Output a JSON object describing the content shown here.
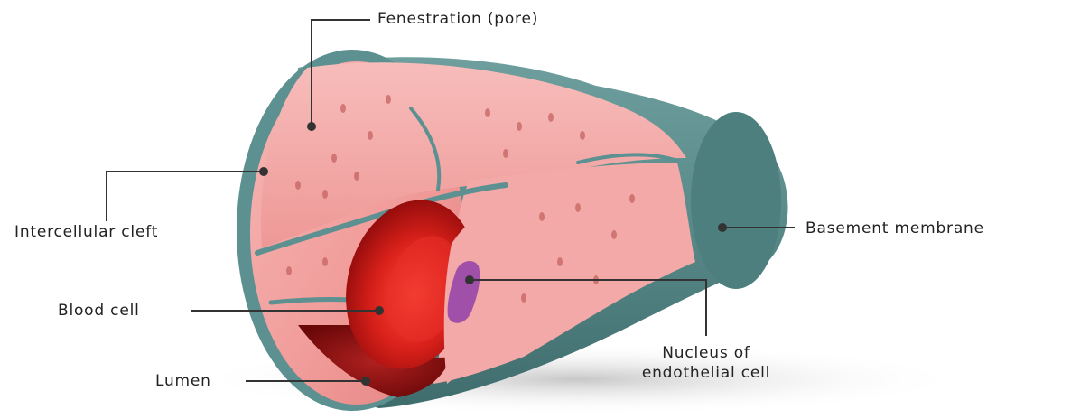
{
  "labels": {
    "fenestration": "Fenestration (pore)",
    "intercellular_cleft": "Intercellular cleft",
    "blood_cell": "Blood cell",
    "lumen": "Lumen",
    "basement_membrane": "Basement membrane",
    "nucleus_line1": "Nucleus of",
    "nucleus_line2": "endothelial cell"
  },
  "colors": {
    "basement_membrane": "#5d9090",
    "endothelium": "#f0a0a0",
    "blood_cell": "#d42020",
    "nucleus": "#a050a8",
    "leader_line": "#333333"
  }
}
